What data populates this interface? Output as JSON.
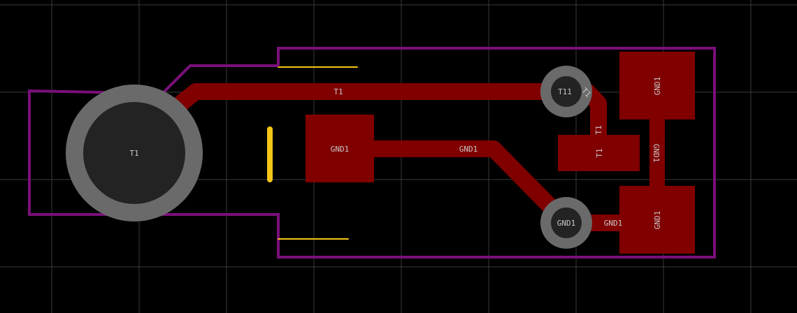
{
  "colors": {
    "background": "#000000",
    "grid": "#3a3a3a",
    "copper": "#800000",
    "outline": "#7a0f7a",
    "silkscreen": "#f5c518",
    "pad_ring": "#6a6a6a",
    "pad_hole": "#232323",
    "label": "#c8c8c8"
  },
  "nets": {
    "t1": "T1",
    "gnd1": "GND1"
  },
  "labels": {
    "big_pad": "T1",
    "top_trace": "T1",
    "via_top": "T11",
    "via_top_side": "T1",
    "vertical_trace": "T1",
    "smd_middle": "T1",
    "smd_gnd_left": "GND1",
    "trace_gnd_mid": "GND1",
    "via_bottom": "GND1",
    "trace_gnd_bottom": "GND1",
    "pad_gnd_top": "GND1",
    "pad_gnd_bridge": "GND1",
    "pad_gnd_bottom": "GND1"
  }
}
